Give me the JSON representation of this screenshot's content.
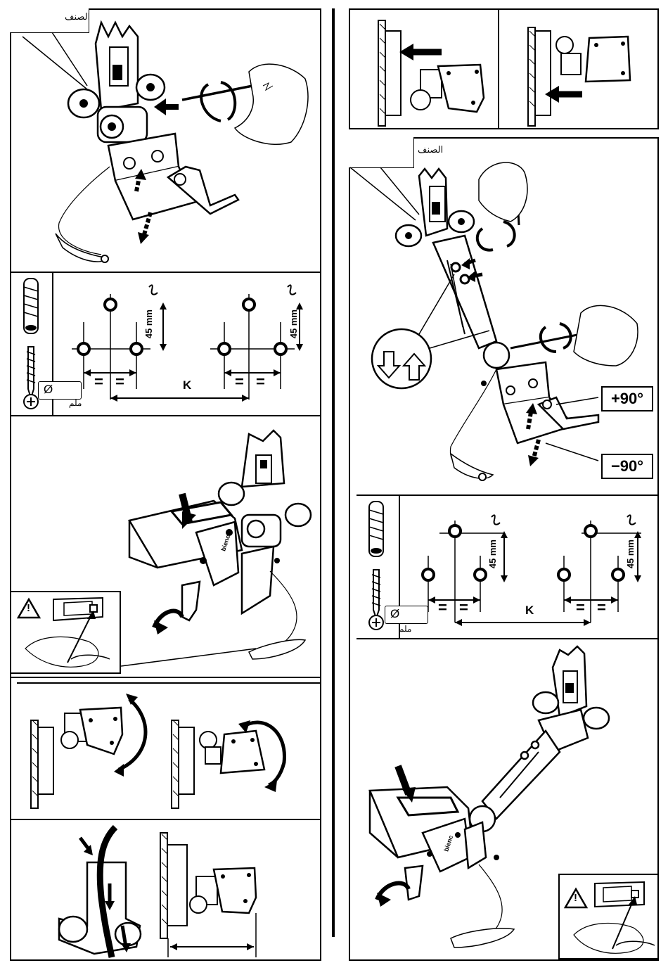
{
  "labels": {
    "part_tag": "الصنف",
    "wall_plug_tag": "ملم",
    "spacing_mm": "45 mm",
    "distance_symbol": "K",
    "equal_sign": "=",
    "diameter_symbol": "Ø",
    "warning_symbol": "!",
    "rotate_plus": "+90°",
    "rotate_minus": "−90°",
    "brand_mark": "bienc"
  }
}
